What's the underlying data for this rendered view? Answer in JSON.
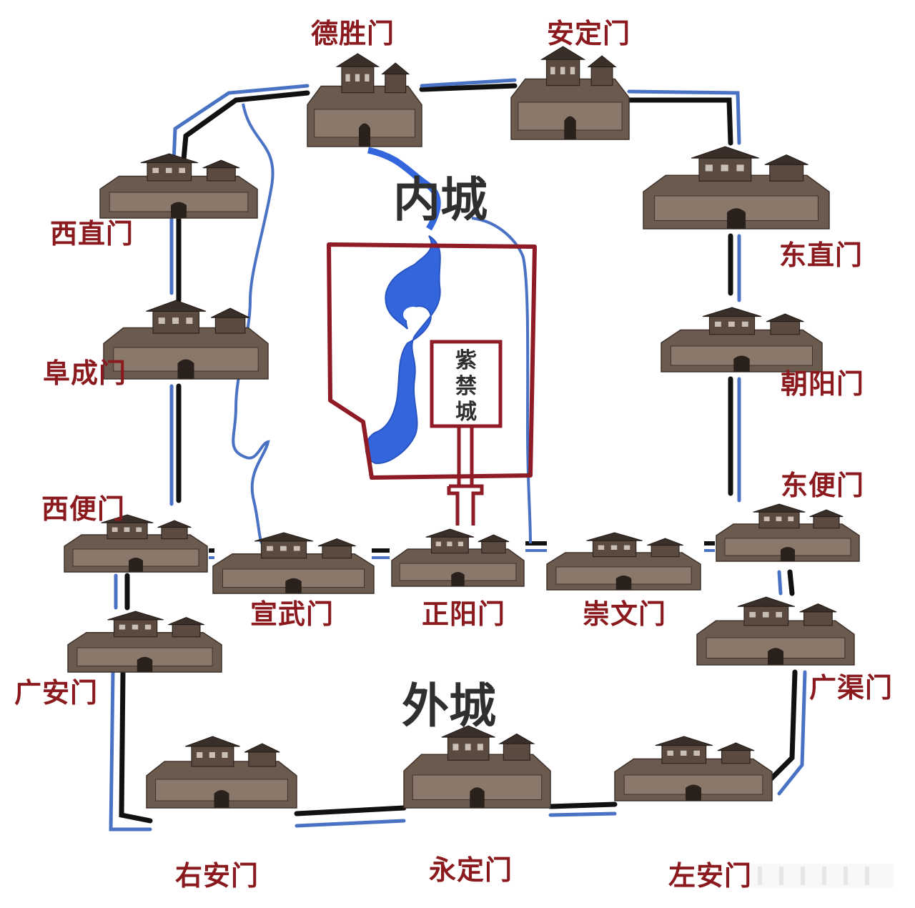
{
  "regions": {
    "inner_city": "内城",
    "outer_city": "外城",
    "forbidden_city": [
      "紫",
      "禁",
      "城"
    ]
  },
  "gates": [
    {
      "id": "desheng",
      "label": "德胜门"
    },
    {
      "id": "anding",
      "label": "安定门"
    },
    {
      "id": "xizhi",
      "label": "西直门"
    },
    {
      "id": "dongzhi",
      "label": "东直门"
    },
    {
      "id": "fucheng",
      "label": "阜成门"
    },
    {
      "id": "chaoyang",
      "label": "朝阳门"
    },
    {
      "id": "xibian",
      "label": "西便门"
    },
    {
      "id": "dongbian",
      "label": "东便门"
    },
    {
      "id": "xuanwu",
      "label": "宣武门"
    },
    {
      "id": "zhengyang",
      "label": "正阳门"
    },
    {
      "id": "chongwen",
      "label": "崇文门"
    },
    {
      "id": "guangan",
      "label": "广安门"
    },
    {
      "id": "guangqu",
      "label": "广渠门"
    },
    {
      "id": "youan",
      "label": "右安门"
    },
    {
      "id": "yongding",
      "label": "永定门"
    },
    {
      "id": "zuoan",
      "label": "左安门"
    }
  ],
  "colors": {
    "label_red": "#8b1a1f",
    "wall_black": "#111111",
    "wall_blue": "#4a72c4",
    "water_blue": "#3366dd",
    "imperial_red": "#8e1b25",
    "stone_brown": "#6b5a4e"
  }
}
